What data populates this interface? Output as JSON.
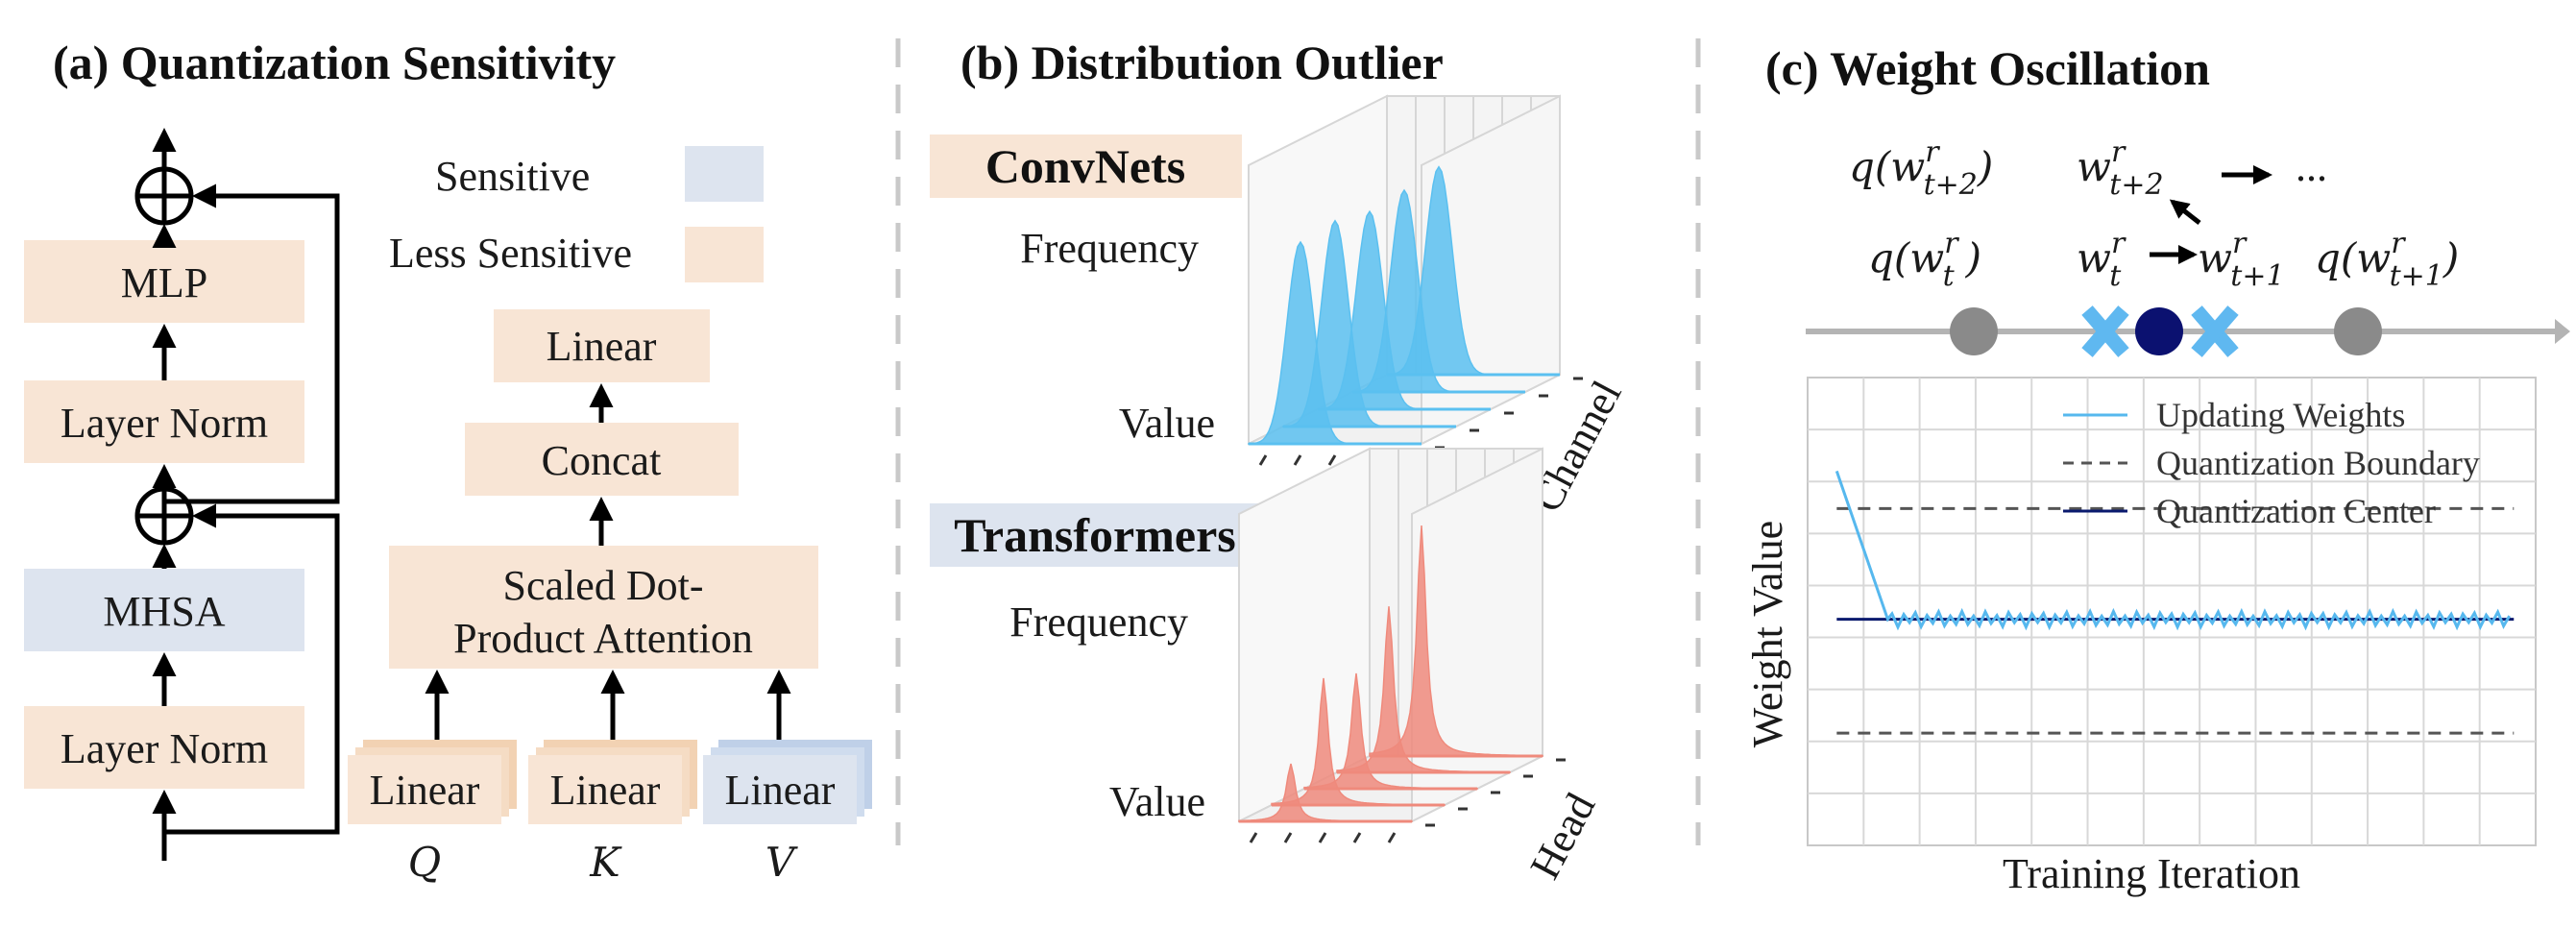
{
  "colors": {
    "sensitive": "#dde4ef",
    "less_sensitive": "#f8e5d5",
    "linear_k_stack": "#f2d2b3",
    "linear_v_stack": "#bfd0e8",
    "convnet_peak": "#5bc0f0",
    "transformer_peak": "#ef8a7c",
    "updating": "#56b8ee",
    "boundary": "#555555",
    "center": "#0a1a6e",
    "marker_gray": "#8a8a8a",
    "marker_cross": "#5fb8f0",
    "marker_dot": "#0b1170",
    "axis_gray": "#b4b4b4"
  },
  "panel_a": {
    "title": "(a) Quantization Sensitivity",
    "legend": {
      "sensitive": "Sensitive",
      "less_sensitive": "Less Sensitive"
    },
    "blocks": {
      "mlp": "MLP",
      "layer_norm_top": "Layer Norm",
      "mhsa": "MHSA",
      "layer_norm_bottom": "Layer Norm"
    },
    "attention": {
      "linear_out": "Linear",
      "concat": "Concat",
      "sdpa_line1": "Scaled Dot-",
      "sdpa_line2": "Product Attention",
      "linear_q": "Linear",
      "linear_k": "Linear",
      "linear_v": "Linear",
      "q": "Q",
      "k": "K",
      "v": "V"
    }
  },
  "panel_b": {
    "title": "(b) Distribution Outlier",
    "convnets": {
      "label": "ConvNets",
      "ylabel": "Frequency",
      "xlabel": "Value",
      "depth_label": "Channel"
    },
    "transformers": {
      "label": "Transformers",
      "ylabel": "Frequency",
      "xlabel": "Value",
      "depth_label": "Head"
    },
    "conv_peaks": [
      1.0,
      1.02,
      0.98,
      1.0,
      1.03
    ],
    "transformer_peaks": [
      0.25,
      0.55,
      0.5,
      0.72,
      1.0
    ]
  },
  "panel_c": {
    "title": "(c) Weight Oscillation",
    "points": {
      "q_t2": {
        "base": "q(w",
        "sup": "r",
        "sub": "t+2",
        "close": ")"
      },
      "w_t2": {
        "base": "w",
        "sup": "r",
        "sub": "t+2"
      },
      "dots": "...",
      "q_t": {
        "base": "q(w",
        "sup": "r",
        "sub": "t",
        "close": ")"
      },
      "w_t": {
        "base": "w",
        "sup": "r",
        "sub": "t"
      },
      "w_t1": {
        "base": "w",
        "sup": "r",
        "sub": "t+1"
      },
      "q_t1": {
        "base": "q(w",
        "sup": "r",
        "sub": "t+1",
        "close": ")"
      }
    },
    "chart": {
      "xlabel": "Training Iteration",
      "ylabel": "Weight Value",
      "legend": {
        "updating": "Updating Weights",
        "boundary": "Quantization Boundary",
        "center": "Quantization Center"
      }
    }
  },
  "chart_data": {
    "type": "line",
    "title": "",
    "xlabel": "Training Iteration",
    "ylabel": "Weight Value",
    "xlim": [
      0,
      100
    ],
    "ylim": [
      -1.5,
      1.5
    ],
    "grid": true,
    "legend_position": "top-right",
    "series": [
      {
        "name": "Updating Weights",
        "style": "solid",
        "initial": [
          [
            0,
            0.9
          ],
          [
            7,
            -0.05
          ]
        ],
        "oscillation_center": -0.05,
        "oscillation_amplitude": 0.05,
        "oscillation_end": 100
      },
      {
        "name": "Quantization Boundary",
        "style": "dashed",
        "values": [
          0.66,
          -0.78
        ]
      },
      {
        "name": "Quantization Center",
        "style": "solid",
        "values": [
          -0.05
        ]
      }
    ]
  }
}
